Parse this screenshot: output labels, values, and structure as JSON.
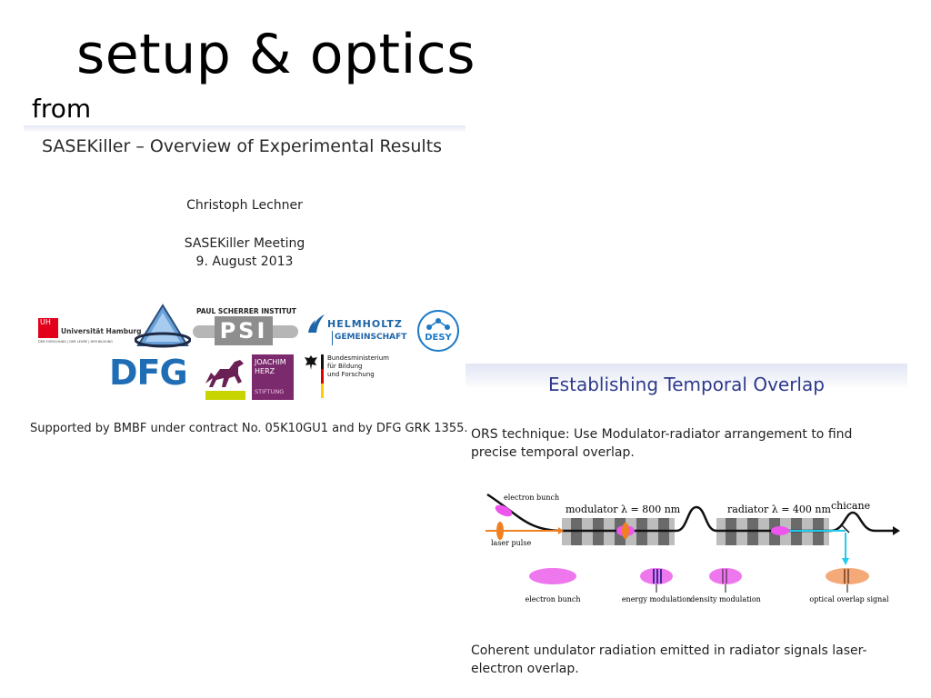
{
  "heading": {
    "title": "setup & optics",
    "from": "from"
  },
  "slide1": {
    "title": "SASEKiller – Overview of Experimental Results",
    "author": "Christoph Lechner",
    "meeting": "SASEKiller Meeting",
    "date": "9. August 2013",
    "logos": {
      "uhh_mark": "UH",
      "uhh_name": "Universität Hamburg",
      "uhh_tagline": "DER FORSCHUNG | DER LEHRE | DER BILDUNG",
      "psi_caption": "PAUL SCHERRER INSTITUT",
      "psi_mark": "PSI",
      "helmholtz_line1": "HELMHOLTZ",
      "helmholtz_line2": "GEMEINSCHAFT",
      "desy": "DESY",
      "dfg": "DFG",
      "joachim_line1": "JOACHIM",
      "joachim_line2": "HERZ",
      "joachim_line3": "STIFTUNG",
      "bmbf_line1": "Bundesministerium",
      "bmbf_line2": "für Bildung",
      "bmbf_line3": "und Forschung"
    },
    "support": "Supported by BMBF under contract No. 05K10GU1 and by DFG GRK 1355."
  },
  "slide2": {
    "title": "Establishing Temporal Overlap",
    "text1": "ORS technique: Use Modulator-radiator arrangement to find precise temporal overlap.",
    "diagram": {
      "electron_bunch": "electron bunch",
      "laser_pulse": "laser pulse",
      "modulator": "modulator λ = 800 nm",
      "radiator": "radiator λ = 400 nm",
      "chicane": "chicane",
      "captions": [
        "electron bunch",
        "energy modulation",
        "density modulation",
        "optical overlap signal"
      ]
    },
    "text2": "Coherent undulator radiation emitted in radiator signals laser-electron overlap."
  },
  "colors": {
    "slide_title": "#2d3a8c",
    "bunch": "#ee55ee",
    "laser": "#f08020",
    "signal": "#22ccee",
    "dfg_blue": "#1f6db5",
    "joachim_purple": "#7b2a6e"
  }
}
